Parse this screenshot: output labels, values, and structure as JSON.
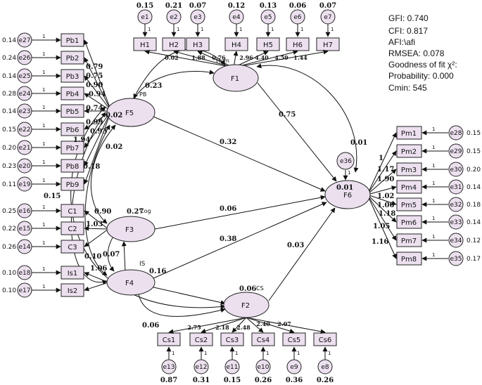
{
  "fit": {
    "gfi": "GFI: 0.740",
    "cfi": "CFI: 0.817",
    "afi": "AFI:\\afi",
    "rmsea": "RMSEA: 0.078",
    "gof": "Goodness of fit χ²:",
    "prob": "Probability: 0.000",
    "cmin": "Cmin: 545"
  },
  "factors": [
    {
      "id": "F1",
      "label": "F1",
      "sub": "Hum"
    },
    {
      "id": "F5",
      "label": "F5",
      "sub": "PB"
    },
    {
      "id": "F3",
      "label": "F3",
      "sub": "Cog",
      "r2": "0.27"
    },
    {
      "id": "F4",
      "label": "F4",
      "sub": "IS"
    },
    {
      "id": "F2",
      "label": "F2",
      "sub": "CS",
      "r2": "0.06"
    },
    {
      "id": "F6",
      "label": "F6",
      "r2": "0.01"
    }
  ],
  "h_items": [
    {
      "label": "H1",
      "err": "e1",
      "var": "0.15"
    },
    {
      "label": "H2",
      "err": "e2",
      "var": "0.21"
    },
    {
      "label": "H3",
      "err": "e3",
      "var": "0.07"
    },
    {
      "label": "H4",
      "err": "e4",
      "var": "0.12"
    },
    {
      "label": "H5",
      "err": "e5",
      "var": "0.13"
    },
    {
      "label": "H6",
      "err": "e6",
      "var": "0.06"
    },
    {
      "label": "H7",
      "err": "e7",
      "var": "0.07"
    }
  ],
  "h_loadings": [
    "0.02",
    "1.88",
    "0.76",
    "2.96",
    "4.40",
    "4.59",
    "1.44"
  ],
  "pb_items": [
    {
      "label": "Pb1",
      "err": "e27",
      "var": "0.14"
    },
    {
      "label": "Pb2",
      "err": "e26",
      "var": "0.24"
    },
    {
      "label": "Pb3",
      "err": "e25",
      "var": "0.14"
    },
    {
      "label": "Pb4",
      "err": "e24",
      "var": "0.28"
    },
    {
      "label": "Pb5",
      "err": "e23",
      "var": "0.14"
    },
    {
      "label": "Pb6",
      "err": "e22",
      "var": "0.15"
    },
    {
      "label": "Pb7",
      "err": "e21",
      "var": "0.20"
    },
    {
      "label": "Pb8",
      "err": "e20",
      "var": "0.23"
    },
    {
      "label": "Pb9",
      "err": "e19",
      "var": "0.11"
    }
  ],
  "pb_loadings": [
    "0.79",
    "0.75",
    "0.90",
    "0.94",
    "0.74",
    "0.99",
    "0.93",
    "1.94",
    "0.18"
  ],
  "c_items": [
    {
      "label": "C1",
      "err": "e16",
      "var": "0.25"
    },
    {
      "label": "C2",
      "err": "e15",
      "var": "0.22"
    },
    {
      "label": "C3",
      "err": "e14",
      "var": "0.26"
    }
  ],
  "c_loadings": [
    "0.90",
    "1.03",
    "0.10"
  ],
  "is_items": [
    {
      "label": "Is1",
      "err": "e18",
      "var": "0.10"
    },
    {
      "label": "Is2",
      "err": "e17",
      "var": "0.10"
    }
  ],
  "is_loadings": [
    "1.06"
  ],
  "cs_items": [
    {
      "label": "Cs1",
      "err": "e13",
      "var": "0.87"
    },
    {
      "label": "Cs2",
      "err": "e12",
      "var": "0.31"
    },
    {
      "label": "Cs3",
      "err": "e11",
      "var": "0.15"
    },
    {
      "label": "Cs4",
      "err": "e10",
      "var": "0.26"
    },
    {
      "label": "Cs5",
      "err": "e9",
      "var": "0.36"
    },
    {
      "label": "Cs6",
      "err": "e8",
      "var": "0.26"
    }
  ],
  "cs_loadings": [
    "2.75",
    "2.18",
    "2.48",
    "2.40",
    "2.07"
  ],
  "pm_items": [
    {
      "label": "Pm1",
      "err": "e28",
      "var": "0.15"
    },
    {
      "label": "Pm2",
      "err": "e29",
      "var": "0.15"
    },
    {
      "label": "Pm3",
      "err": "e30",
      "var": "0.20"
    },
    {
      "label": "Pm4",
      "err": "e31",
      "var": "0.14"
    },
    {
      "label": "Pm5",
      "err": "e32",
      "var": "0.18"
    },
    {
      "label": "Pm6",
      "err": "e33",
      "var": "0.14"
    },
    {
      "label": "Pm7",
      "err": "e34",
      "var": "0.12"
    },
    {
      "label": "Pm8",
      "err": "e35",
      "var": "0.17"
    }
  ],
  "pm_loadings": [
    "1",
    "1.17",
    "1.90",
    "1.02",
    "1.06",
    "1.18",
    "1.05",
    "1.16"
  ],
  "e36": {
    "label": "e36",
    "var": "0.01"
  },
  "paths": {
    "f1_f6": "0.75",
    "f5_f6": "0.32",
    "f3_f6": "0.06",
    "f4_f6": "0.38",
    "f2_f6": "0.03",
    "f4_f2": "0.16"
  },
  "covariances": {
    "f5_f1": "0.23",
    "c02a": "0.02",
    "c02b": "0.02",
    "c15": "0.15",
    "c07": "0.07",
    "c06": "0.06"
  },
  "one": "1"
}
